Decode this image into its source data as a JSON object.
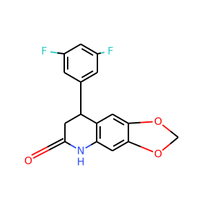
{
  "molecule": {
    "atoms": {
      "f_left": "F",
      "f_right": "F",
      "o_ring_top": "O",
      "o_ring_bottom": "O",
      "o_carbonyl": "O",
      "n": "N",
      "h": "H"
    }
  },
  "colors": {
    "bond": "#000000",
    "fluorine": "#33cccc",
    "oxygen": "#ff0d0d",
    "nitrogen": "#3050f8",
    "background": "#ffffff"
  }
}
